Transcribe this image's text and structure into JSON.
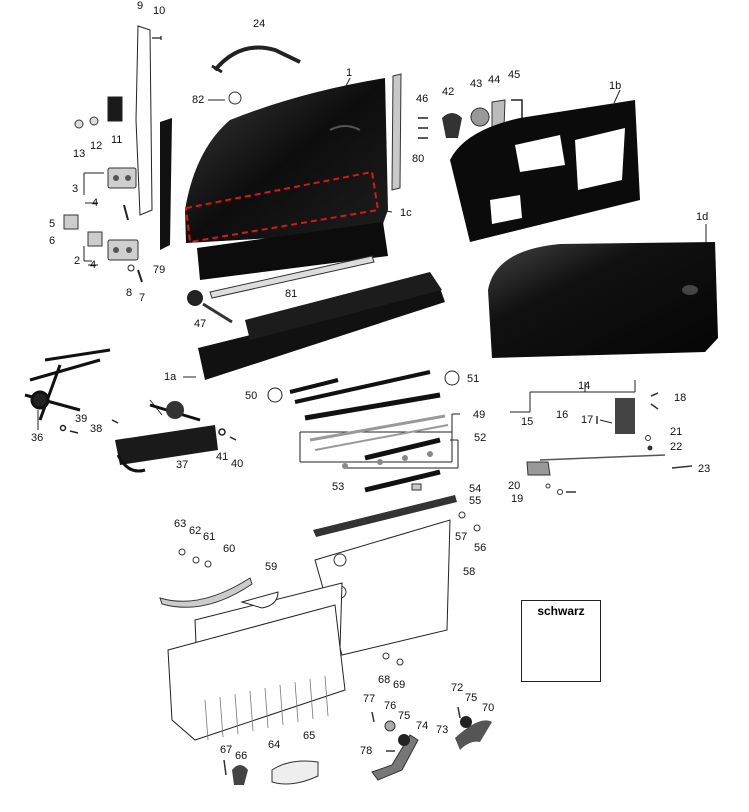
{
  "callouts": [
    "1",
    "1a",
    "1b",
    "1c",
    "1d",
    "2",
    "3",
    "4",
    "4",
    "5",
    "6",
    "7",
    "8",
    "9",
    "10",
    "11",
    "12",
    "13",
    "14",
    "15",
    "16",
    "17",
    "18",
    "19",
    "20",
    "21",
    "22",
    "23",
    "24",
    "36",
    "37",
    "38",
    "39",
    "40",
    "41",
    "42",
    "43",
    "44",
    "45",
    "46",
    "47",
    "49",
    "50",
    "51",
    "52",
    "53",
    "54",
    "55",
    "56",
    "57",
    "58",
    "59",
    "60",
    "61",
    "62",
    "63",
    "64",
    "65",
    "66",
    "67",
    "68",
    "69",
    "70",
    "72",
    "73",
    "74",
    "75",
    "75",
    "76",
    "77",
    "78",
    "79",
    "80",
    "81",
    "82"
  ],
  "inset": {
    "label": "schwarz"
  },
  "colors": {
    "part": "#151515",
    "panel": "#0b0b0b",
    "highlight": "#d81818",
    "line": "#222222"
  }
}
